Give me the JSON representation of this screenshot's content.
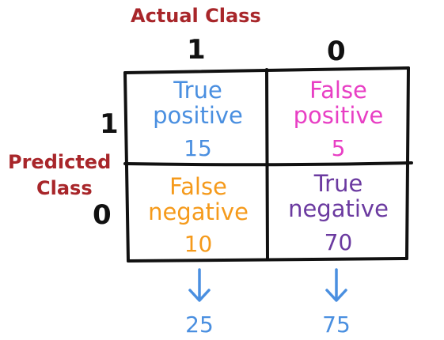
{
  "axis": {
    "actual_label": "Actual Class",
    "actual_one": "1",
    "actual_zero": "0",
    "predicted_label_line1": "Predicted",
    "predicted_label_line2": "Class",
    "predicted_one": "1",
    "predicted_zero": "0"
  },
  "cells": {
    "tp": {
      "line1": "True",
      "line2": "positive",
      "value": "15",
      "color": "#4a8fe0"
    },
    "fp": {
      "line1": "False",
      "line2": "positive",
      "value": "5",
      "color": "#e83fc4"
    },
    "fn": {
      "line1": "False",
      "line2": "negative",
      "value": "10",
      "color": "#f59a1b"
    },
    "tn": {
      "line1": "True",
      "line2": "negative",
      "value": "70",
      "color": "#6b3aa0"
    }
  },
  "totals": {
    "col_one": "25",
    "col_zero": "75",
    "color": "#4a8fe0"
  }
}
